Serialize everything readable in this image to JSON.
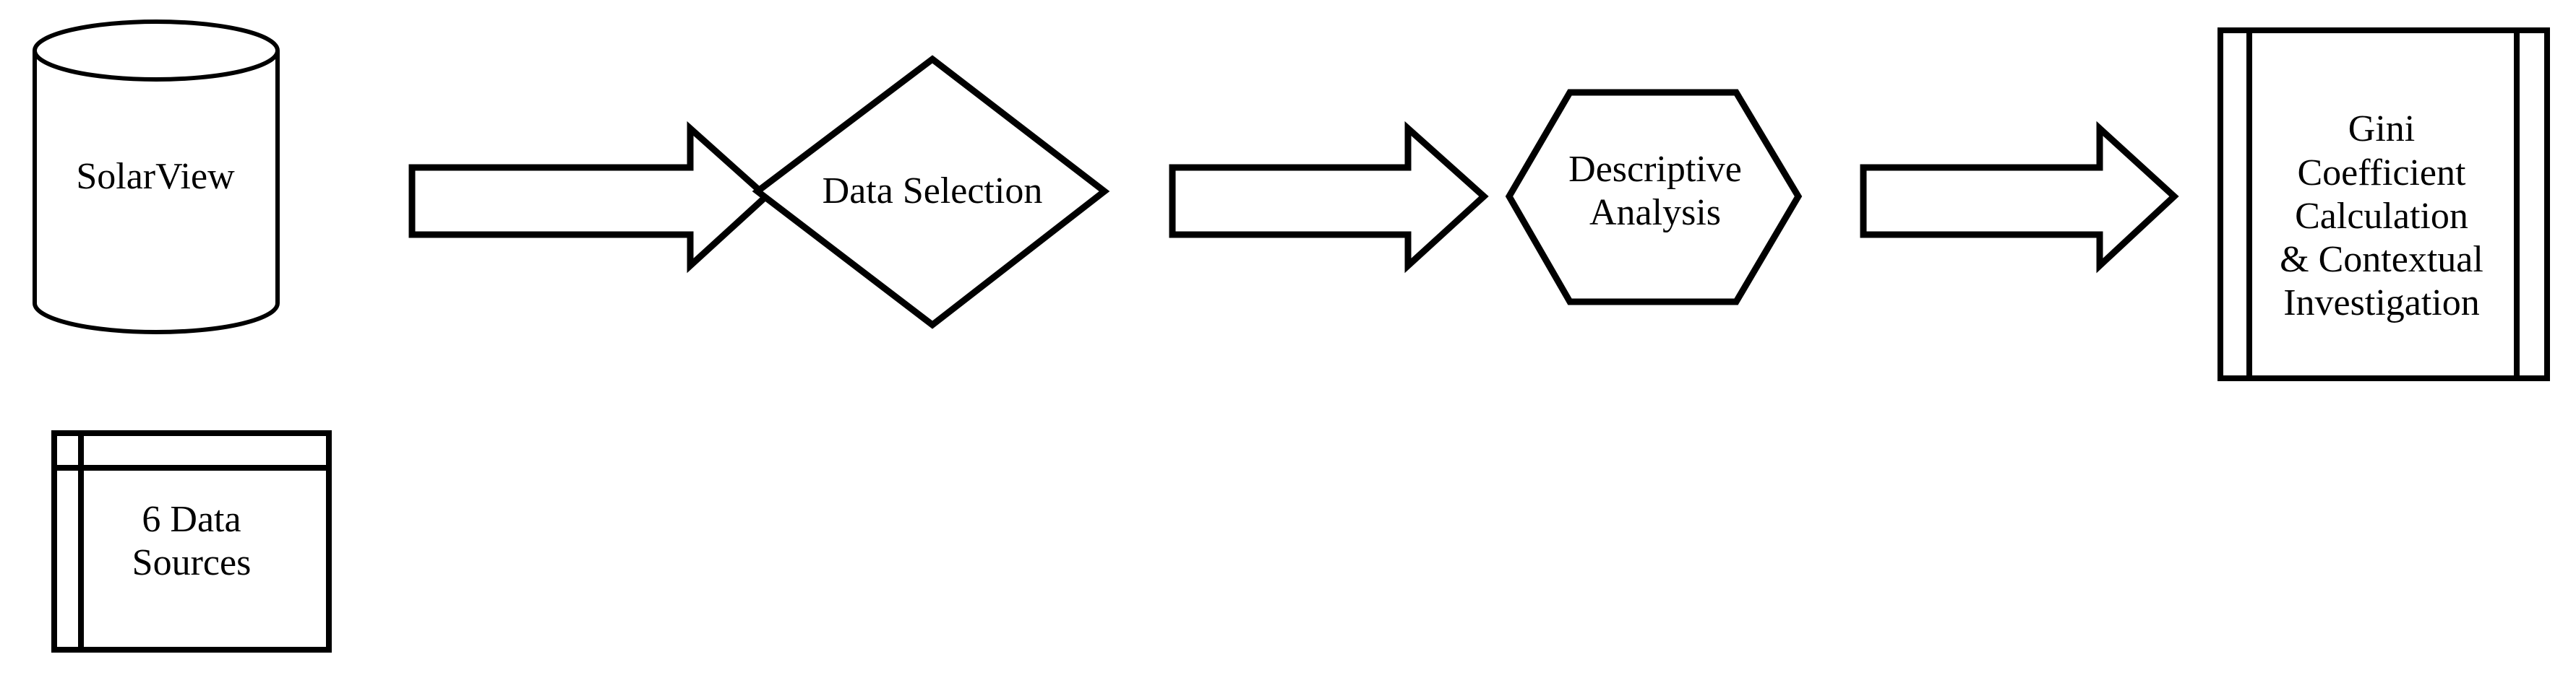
{
  "diagram": {
    "title": "Research methodology flowchart",
    "orientation": "left-to-right",
    "background_color": "#ffffff",
    "stroke_color": "#000000",
    "nodes": [
      {
        "id": "solarview",
        "shape": "cylinder",
        "icon": "database-icon",
        "label": "SolarView"
      },
      {
        "id": "data-sources",
        "shape": "table",
        "icon": "table-icon",
        "label": "6 Data\nSources"
      },
      {
        "id": "data-selection",
        "shape": "diamond",
        "icon": "decision-icon",
        "label": "Data Selection"
      },
      {
        "id": "descriptive-analysis",
        "shape": "hexagon",
        "icon": "preparation-icon",
        "label": "Descriptive\nAnalysis"
      },
      {
        "id": "gini-calculation",
        "shape": "predefined-process",
        "icon": "predefined-process-icon",
        "label": "Gini\nCoefficient\nCalculation\n& Contextual\nInvestigation"
      }
    ],
    "connectors": [
      {
        "id": "arrow-1",
        "icon": "block-arrow-right-icon",
        "from": "solarview",
        "to": "data-selection"
      },
      {
        "id": "arrow-2",
        "icon": "block-arrow-right-icon",
        "from": "data-selection",
        "to": "descriptive-analysis"
      },
      {
        "id": "arrow-3",
        "icon": "block-arrow-right-icon",
        "from": "descriptive-analysis",
        "to": "gini-calculation"
      }
    ]
  }
}
